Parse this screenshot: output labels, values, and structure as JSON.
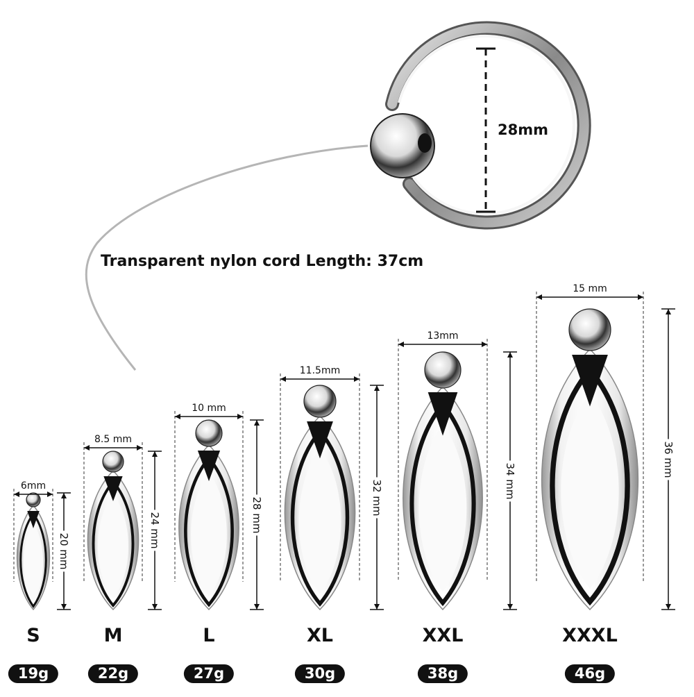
{
  "ring": {
    "diameter_label": "28mm"
  },
  "cord": {
    "label": "Transparent nylon cord Length: 37cm"
  },
  "colors": {
    "metal_light": "#f4f4f4",
    "metal_mid": "#bdbdbd",
    "metal_dark": "#111111",
    "badge_bg": "#111111",
    "badge_text": "#ffffff"
  },
  "sizes": [
    {
      "size": "S",
      "weight": "19g",
      "width_label": "6mm",
      "height_label": "20 mm"
    },
    {
      "size": "M",
      "weight": "22g",
      "width_label": "8.5 mm",
      "height_label": "24 mm"
    },
    {
      "size": "L",
      "weight": "27g",
      "width_label": "10 mm",
      "height_label": "28 mm"
    },
    {
      "size": "XL",
      "weight": "30g",
      "width_label": "11.5mm",
      "height_label": "32 mm"
    },
    {
      "size": "XXL",
      "weight": "38g",
      "width_label": "13mm",
      "height_label": "34 mm"
    },
    {
      "size": "XXXL",
      "weight": "46g",
      "width_label": "15 mm",
      "height_label": "36 mm"
    }
  ]
}
